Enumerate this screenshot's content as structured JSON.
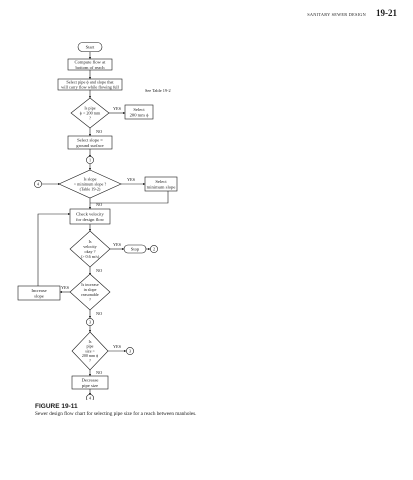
{
  "header": {
    "running_title": "SANITARY SEWER DESIGN",
    "page_number": "19-21"
  },
  "figure": {
    "label": "FIGURE 19-11",
    "caption": "Sewer design flow chart for selecting pipe size for a reach between manholes."
  },
  "flowchart": {
    "start": "Start",
    "compute_flow": [
      "Compute flow at",
      "bottom of reach"
    ],
    "select_pipe": [
      "Select pipe ϕ and slope that",
      "will carry flow while flowing full"
    ],
    "table_note": "See Table 19-2",
    "decision_pipe": [
      "Is pipe",
      "ϕ < 200 mm",
      "?"
    ],
    "select_200": [
      "Select",
      "200 mm ϕ"
    ],
    "slope_ground": [
      "Select slope =",
      "ground surface"
    ],
    "decision_slope": [
      "Is slope",
      "< minimum slope ?",
      "(Table 19-2)"
    ],
    "select_min_slope": [
      "Select",
      "minimum slope"
    ],
    "check_velocity": [
      "Check velocity",
      "for design flow"
    ],
    "decision_velocity": [
      "Is",
      "velocity",
      "okay ?",
      "(> 0.6 m/s)"
    ],
    "stop": "Stop",
    "decision_increase": [
      "Is increase",
      "in slope",
      "reasonable",
      "?"
    ],
    "increase_slope": [
      "Increase",
      "slope"
    ],
    "decision_size": [
      "Is",
      "pipe",
      "size >",
      "200 mm ϕ",
      "?"
    ],
    "decrease_size": [
      "Decrease",
      "pipe size"
    ],
    "yes": "YES",
    "no": "NO",
    "connectors": {
      "c1": "1",
      "c2": "2",
      "c3": "3",
      "c4": "4"
    }
  }
}
